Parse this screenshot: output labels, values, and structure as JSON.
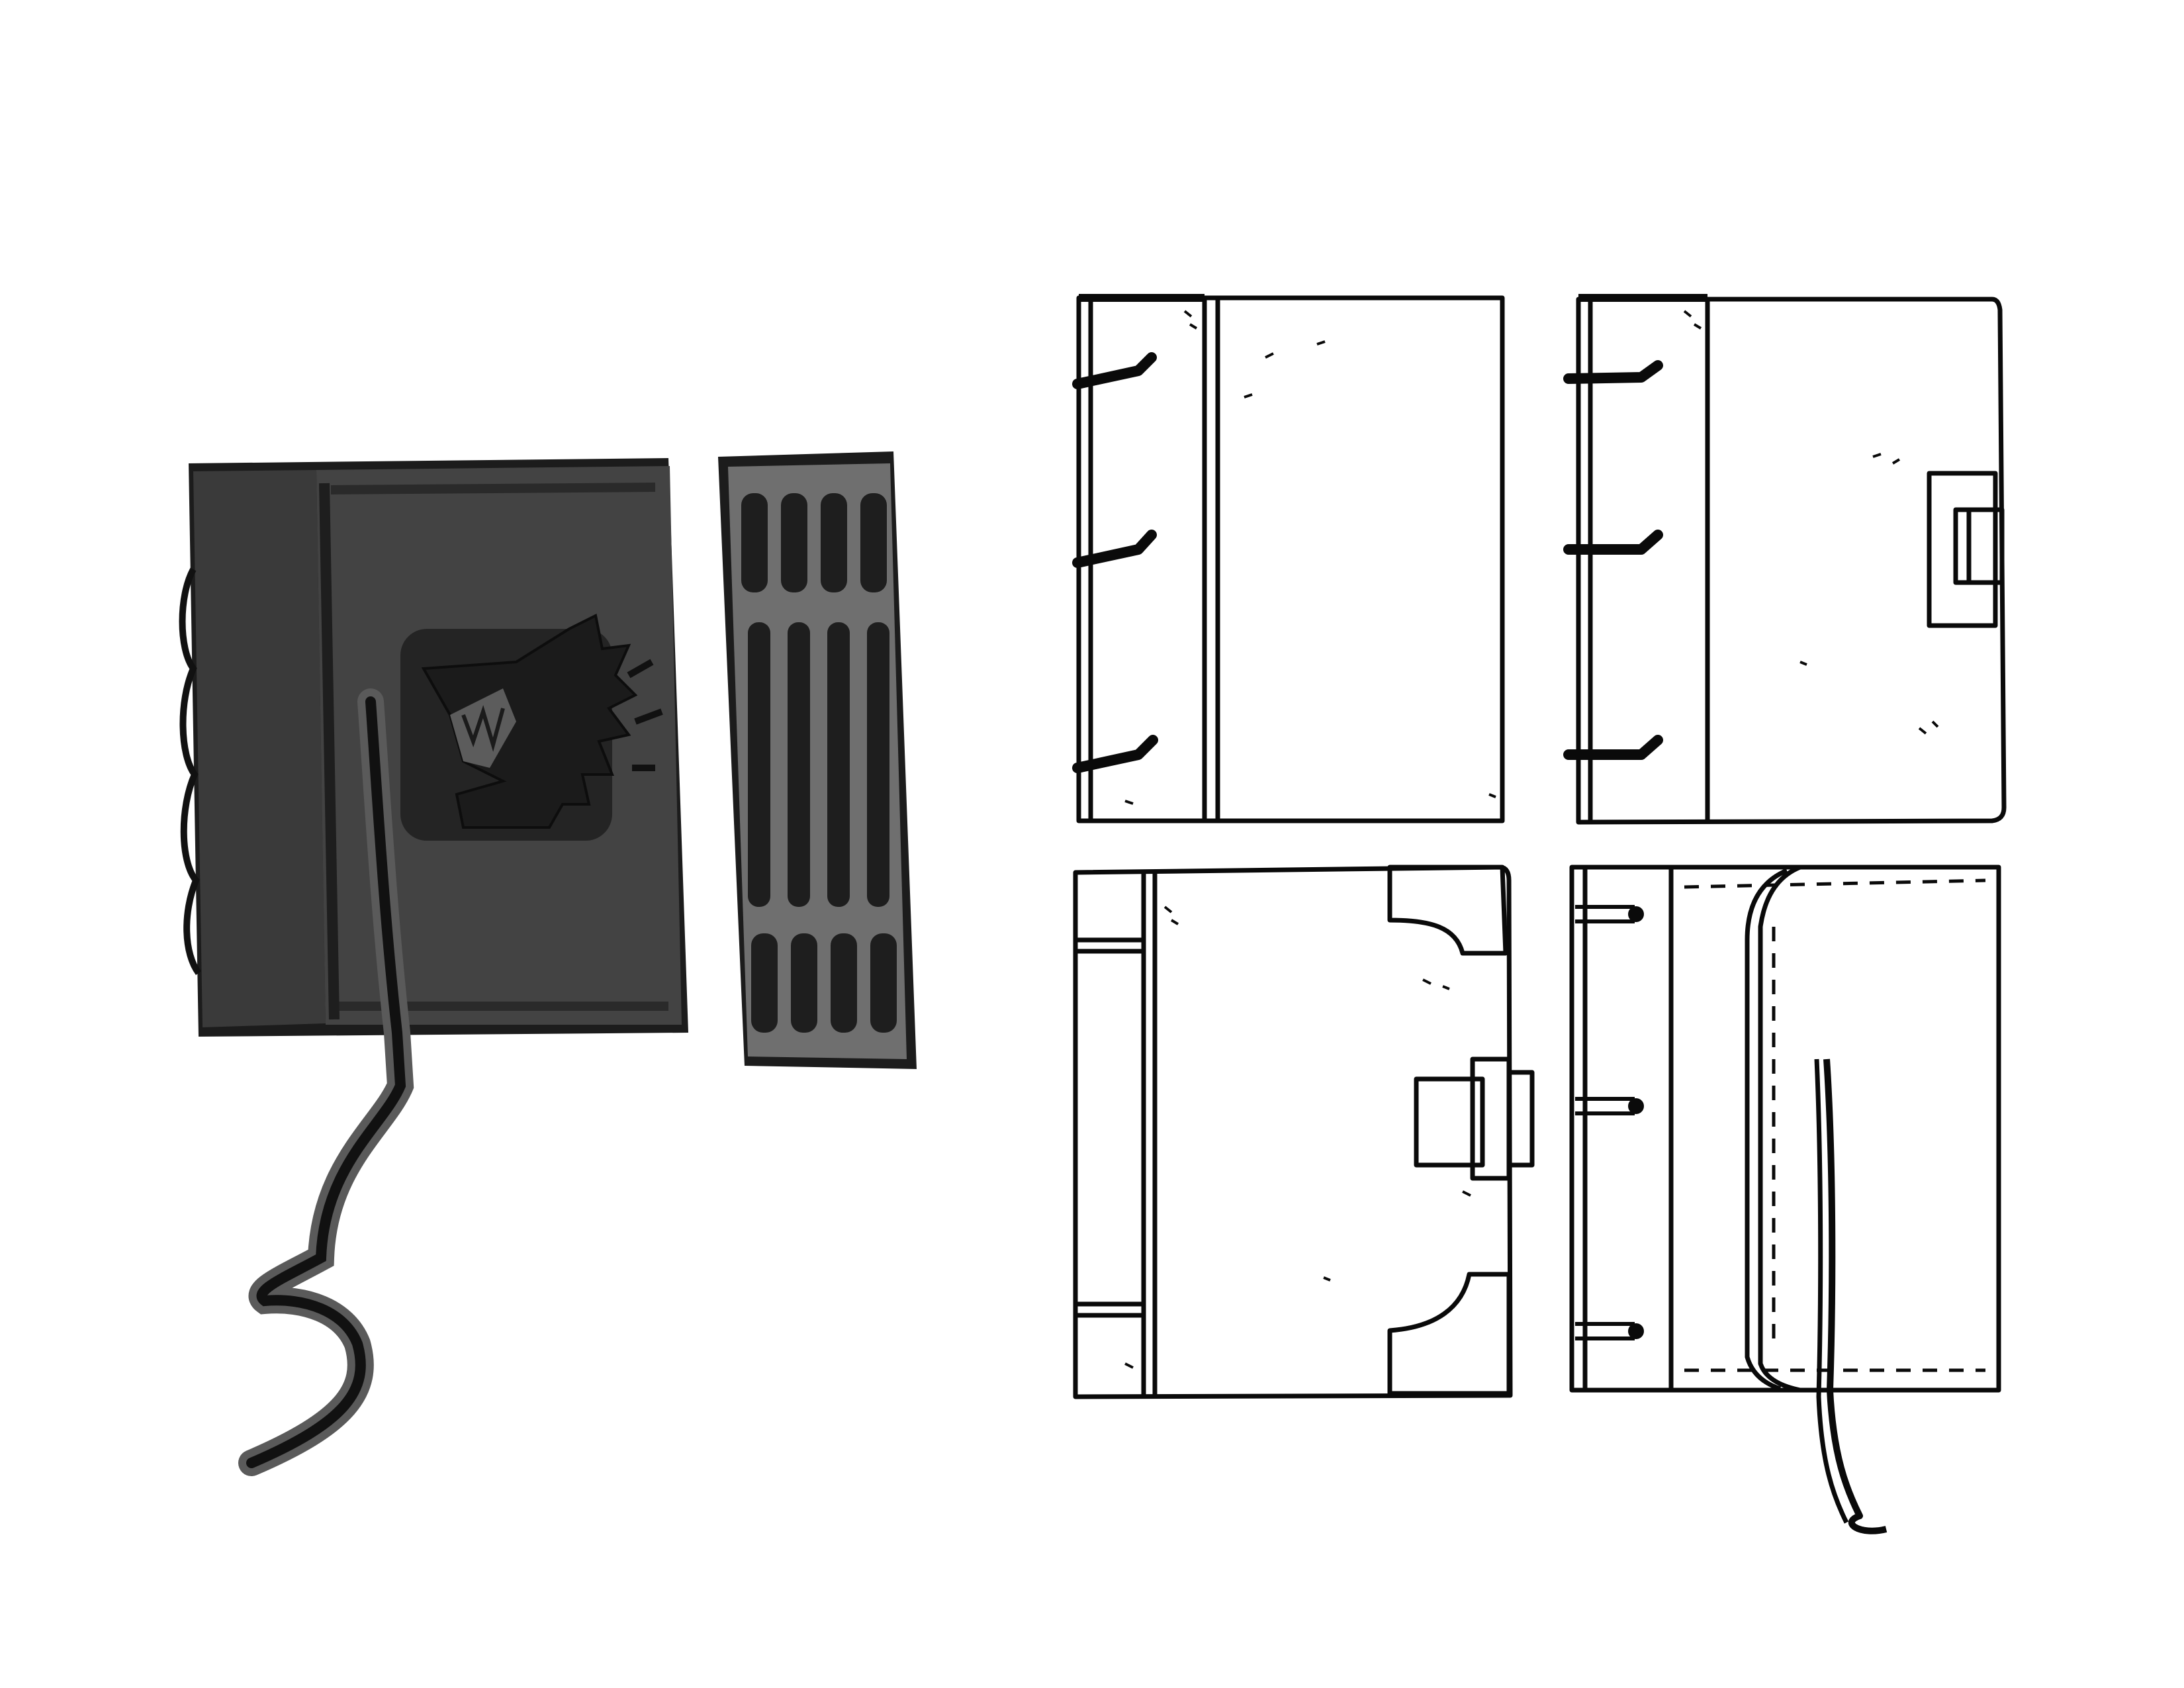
{
  "colors": {
    "background": "#ffffff",
    "ink": "#0a0a0a",
    "cover_dark": "#363636",
    "cover_mid": "#474747",
    "emblem": "#262626",
    "spine_gray": "#6e6e6e",
    "paper": "#ffffff"
  },
  "sketches": [
    {
      "id": "shaded-book-cover",
      "style": "grayscale-painted",
      "emblem": "dragon-head-icon",
      "bookmark": "ribbon"
    },
    {
      "id": "shaded-book-spine",
      "style": "grayscale-painted",
      "pattern": "raised-bands"
    },
    {
      "id": "book-variant-1",
      "style": "line-art",
      "features": [
        "spine-strip",
        "three-bindings"
      ]
    },
    {
      "id": "book-variant-2",
      "style": "line-art",
      "features": [
        "spine-strip",
        "three-bindings",
        "clasp"
      ]
    },
    {
      "id": "book-variant-3",
      "style": "line-art",
      "features": [
        "spine-strip",
        "corner-plates",
        "clasp"
      ]
    },
    {
      "id": "book-variant-4",
      "style": "line-art",
      "features": [
        "stitched-flap",
        "bookmark-ribbon",
        "bindings"
      ]
    }
  ]
}
